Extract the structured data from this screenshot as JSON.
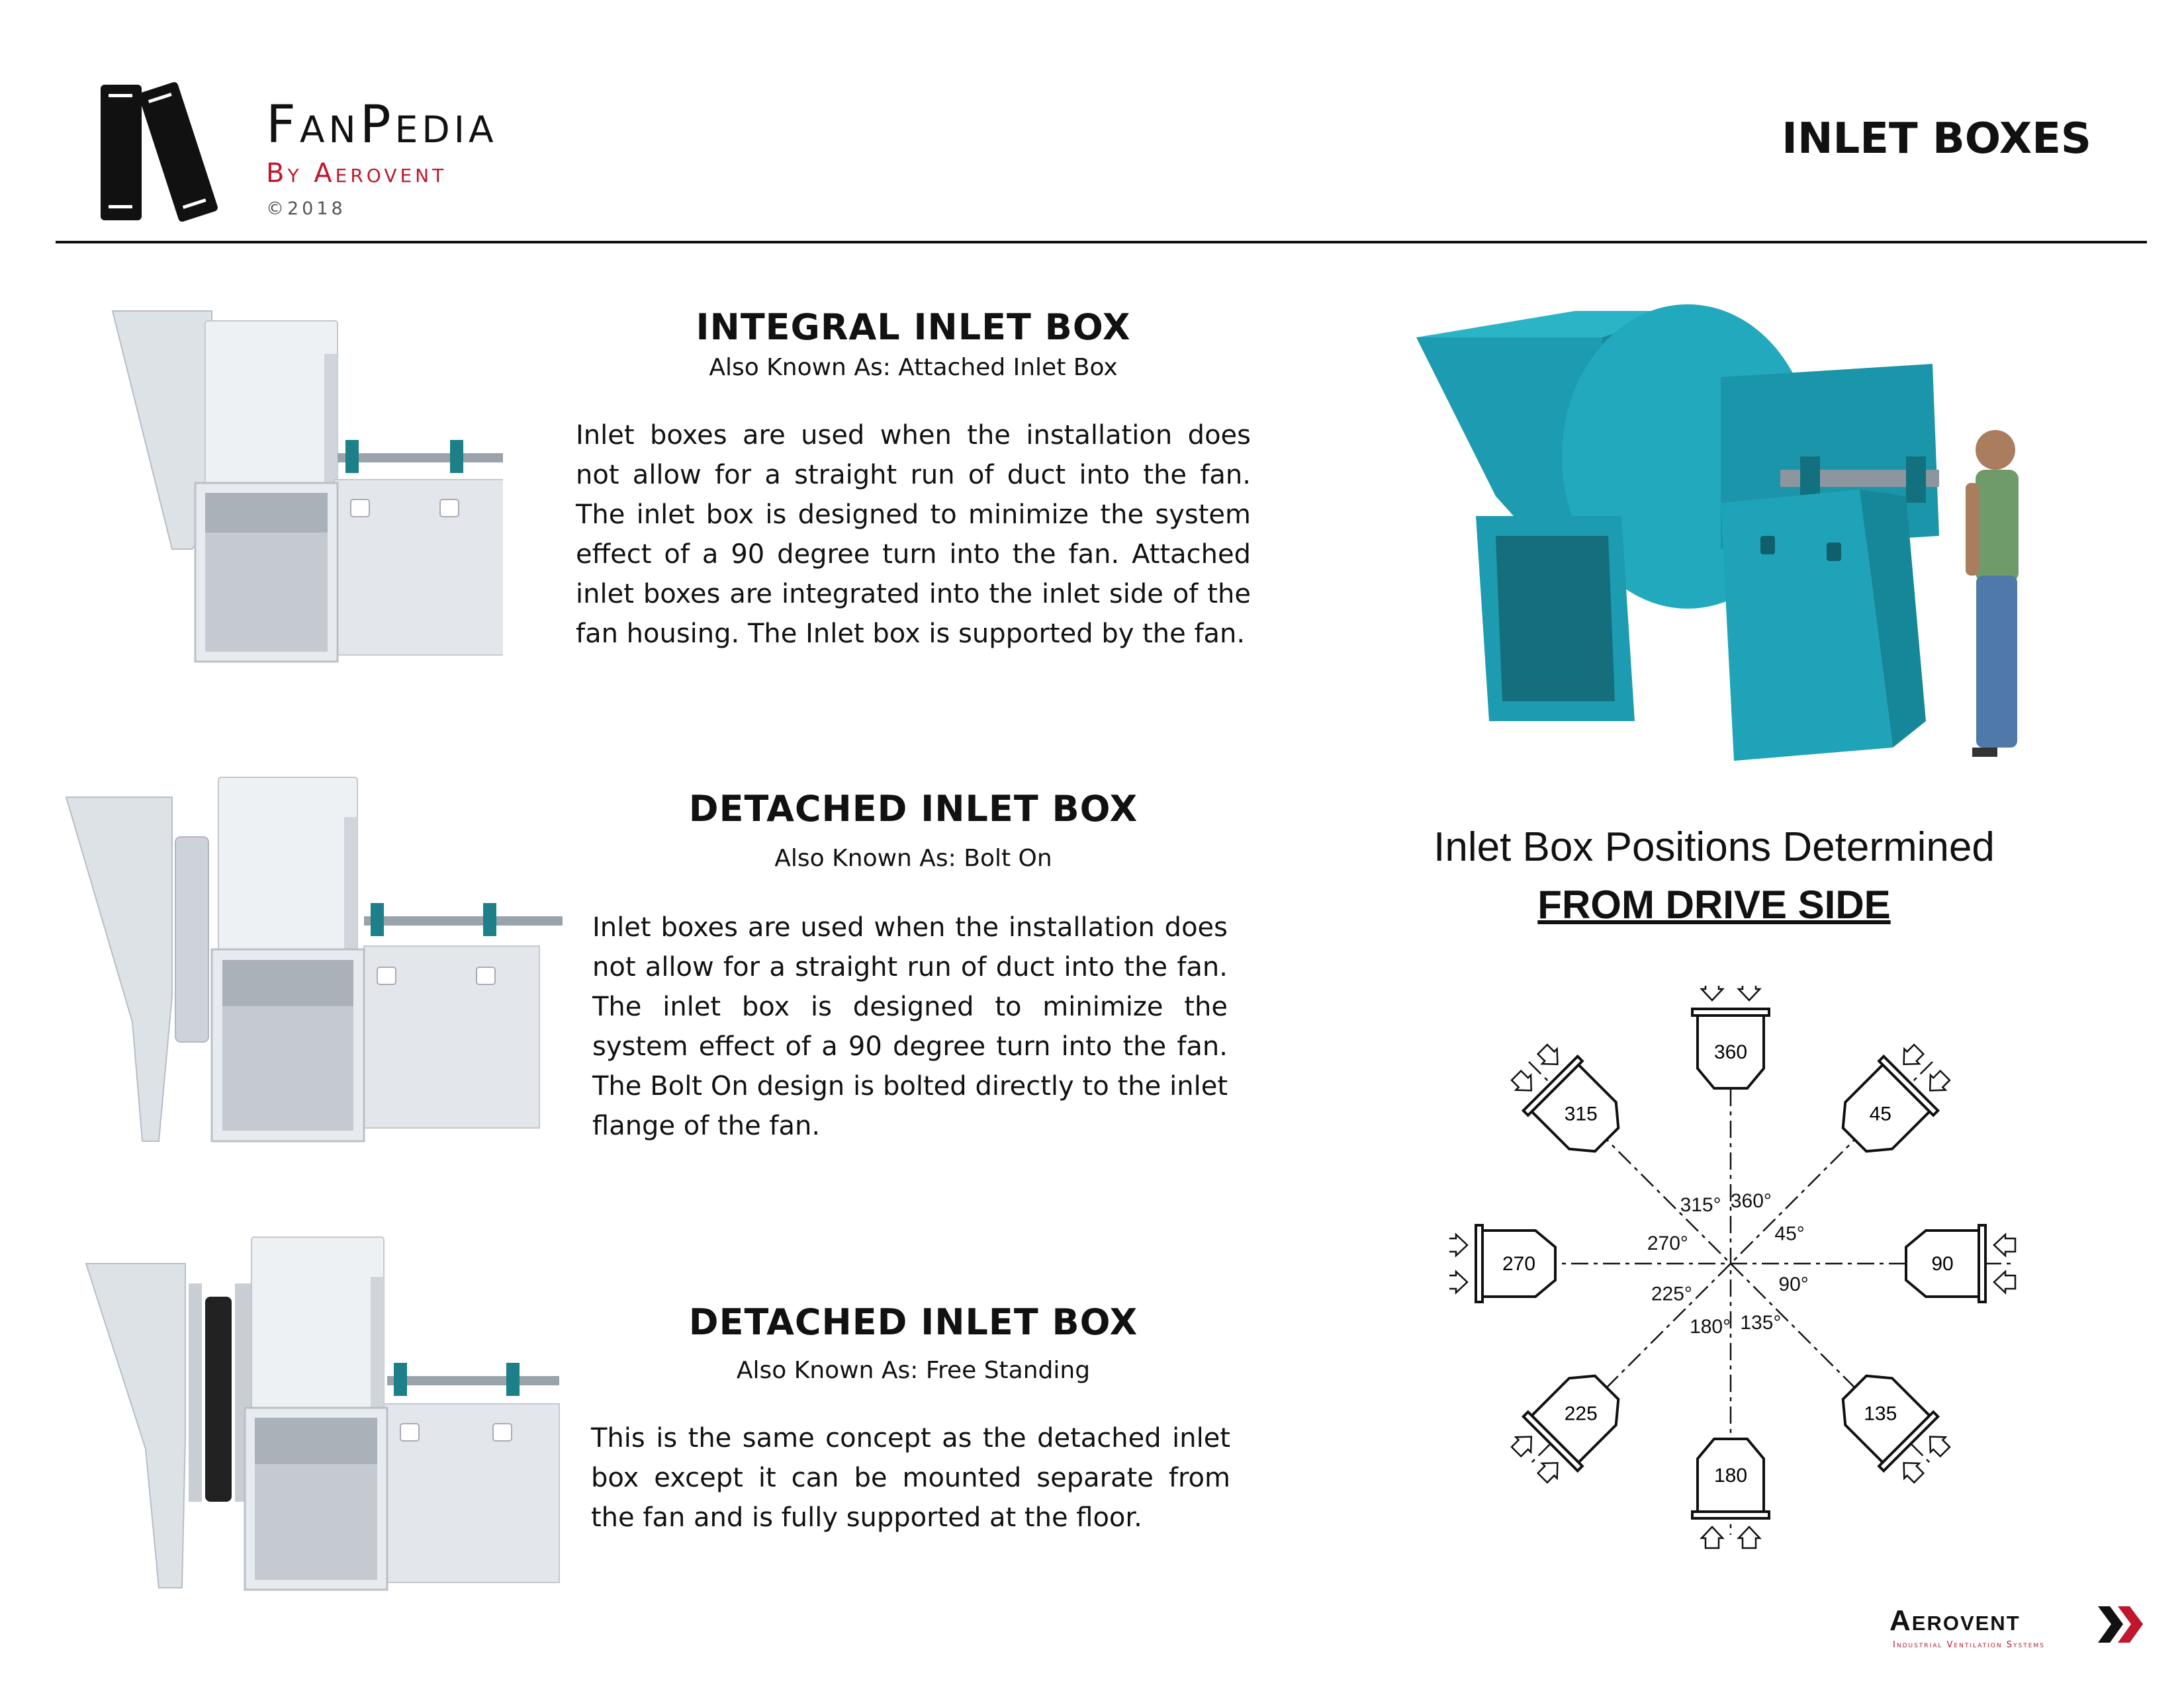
{
  "header": {
    "brand_name": "FanPedia",
    "brand_by": "By Aerovent",
    "copyright": "©2018",
    "page_title": "INLET BOXES"
  },
  "sections": [
    {
      "title": "INTEGRAL INLET BOX",
      "aka": "Also Known As: Attached Inlet Box",
      "body": "Inlet boxes are used when the installation does not allow for a straight run of duct into the fan. The inlet box is designed to minimize the system effect of a 90 degree turn into the fan. Attached inlet boxes are integrated into the inlet side of the fan housing. The Inlet box is supported by the fan."
    },
    {
      "title": "DETACHED INLET BOX",
      "aka": "Also Known As: Bolt On",
      "body": "Inlet boxes are used when the installation does not allow for a straight run of duct into the fan. The inlet box is designed to minimize the system effect of a 90 degree turn into the fan.  The Bolt On design is bolted directly to the inlet flange of the fan."
    },
    {
      "title": "DETACHED INLET BOX",
      "aka": "Also Known As: Free Standing",
      "body": "This is the same concept as the detached inlet box except it can be mounted separate from the fan and is fully supported at the floor."
    }
  ],
  "positions": {
    "heading": "Inlet Box Positions Determined",
    "heading_emphasis": "FROM DRIVE SIDE",
    "boxes": [
      "360",
      "45",
      "90",
      "135",
      "180",
      "225",
      "270",
      "315"
    ],
    "angles": [
      "360°",
      "45°",
      "90°",
      "135°",
      "180°",
      "225°",
      "270°",
      "315°"
    ]
  },
  "footer": {
    "company": "Aerovent",
    "tagline": "Industrial Ventilation Systems"
  },
  "colors": {
    "accent_red": "#c0152a",
    "fan_teal": "#1fa3b8",
    "fan_white": "#e4e8ec"
  }
}
